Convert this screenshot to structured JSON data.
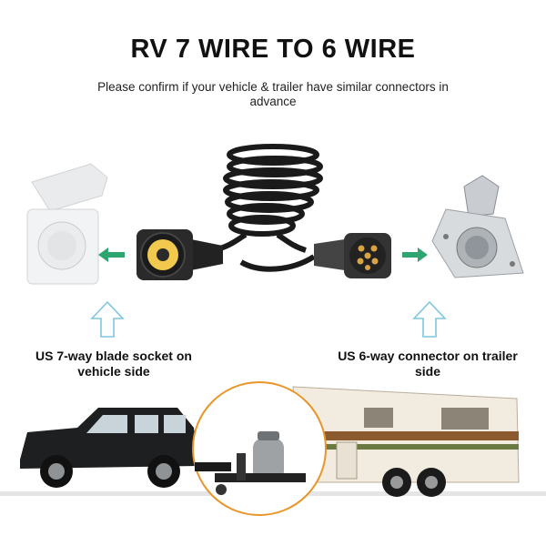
{
  "title": "RV 7 WIRE TO 6 WIRE",
  "subtitle": "Please confirm if your vehicle & trailer have similar connectors in advance",
  "left_caption": "US 7-way blade socket on vehicle side",
  "right_caption": "US 6-way connector on trailer side",
  "colors": {
    "arrow_green": "#2ea56f",
    "arrow_outline": "#7fc6e0",
    "circle_orange": "#e8962a",
    "cable": "#1a1a1a"
  },
  "icons": [
    "arrow-left-icon",
    "arrow-right-icon",
    "arrow-up-icon",
    "arrow-up-icon"
  ]
}
